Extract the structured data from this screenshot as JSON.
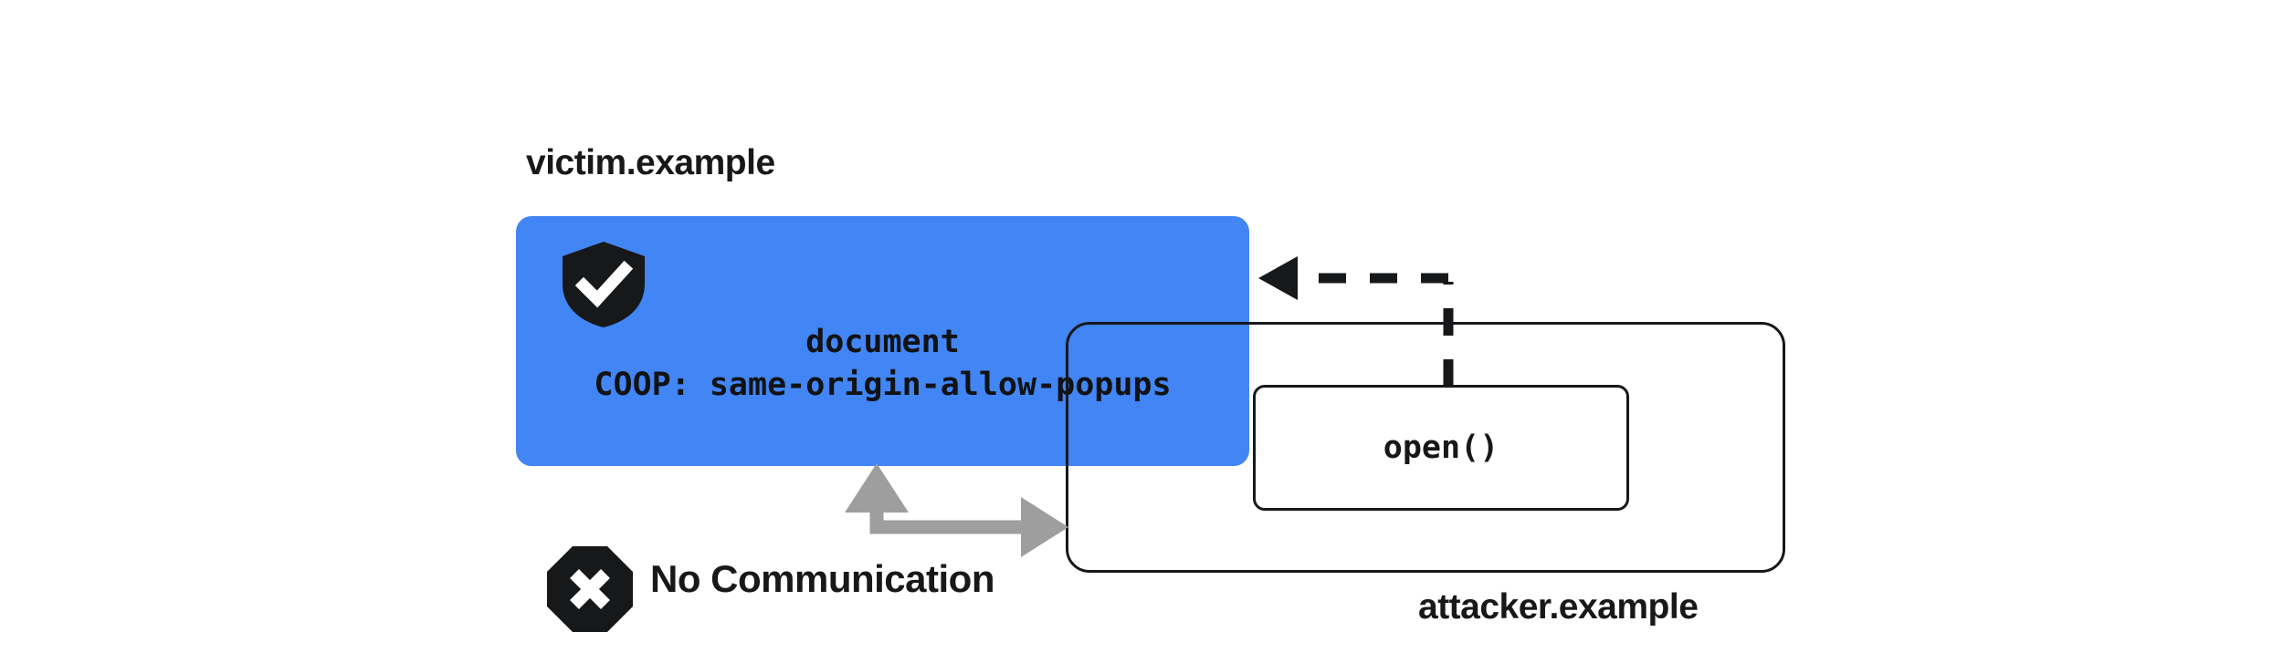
{
  "diagram": {
    "title_victim": "victim.example",
    "title_attacker": "attacker.example",
    "victim_box": {
      "shield_icon": "shield-check-icon",
      "line1": "document",
      "line2": "COOP: same-origin-allow-popups",
      "background_color": "#4285f4"
    },
    "attacker_box": {
      "open_call_label": "open()",
      "border_color": "#17181a"
    },
    "no_communication": {
      "icon": "octagon-x-icon",
      "label": "No Communication",
      "arrow_color": "#9e9e9e"
    },
    "arrows": {
      "dashed_opener_reference": "dashed-elbow-arrow",
      "dashed_color": "#17181a",
      "blocked_communication": "gray-double-elbow-arrow"
    }
  }
}
